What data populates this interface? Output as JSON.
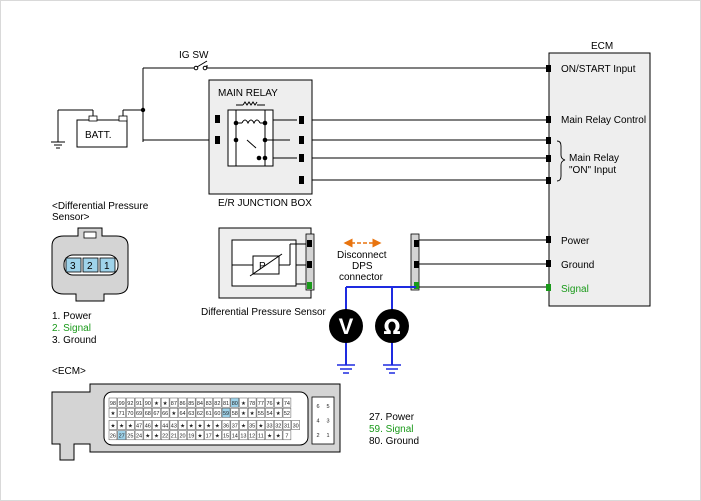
{
  "ecm": {
    "title": "ECM",
    "pins": {
      "on_start": "ON/START Input",
      "main_relay_control": "Main Relay Control",
      "main_relay_on_line1": "Main Relay",
      "main_relay_on_line2": "\"ON\" Input",
      "power": "Power",
      "ground": "Ground",
      "signal": "Signal"
    }
  },
  "ig_sw": "IG SW",
  "battery": "BATT.",
  "main_relay": "MAIN RELAY",
  "junction_box": "E/R JUNCTION BOX",
  "dps_connector_title_line1": "<Differential Pressure",
  "dps_connector_title_line2": "Sensor>",
  "dps_pins": [
    "3",
    "2",
    "1"
  ],
  "dps_legend": [
    "1. Power",
    "2. Signal",
    "3. Ground"
  ],
  "sensor_label": "Differential Pressure Sensor",
  "sensor_symbol": "P",
  "disconnect_note": [
    "Disconnect",
    "DPS",
    "connector"
  ],
  "meters": {
    "voltmeter": "V",
    "ohmmeter": "Ω"
  },
  "ecm_connector_title": "<ECM>",
  "ecm_legend": [
    "27. Power",
    "59. Signal",
    "80. Ground"
  ],
  "ecm_connector_pins": {
    "row1": [
      "98",
      "99",
      "92",
      "91",
      "90",
      "★",
      "★",
      "87",
      "86",
      "85",
      "84",
      "83",
      "82",
      "81",
      "80",
      "★",
      "78",
      "77",
      "76",
      "★",
      "74"
    ],
    "row2": [
      "★",
      "71",
      "70",
      "69",
      "68",
      "67",
      "66",
      "★",
      "64",
      "63",
      "62",
      "61",
      "60",
      "59",
      "58",
      "★",
      "★",
      "55",
      "54",
      "★",
      "52"
    ],
    "row3": [
      "★",
      "★",
      "★",
      "47",
      "46",
      "★",
      "44",
      "43",
      "★",
      "★",
      "★",
      "★",
      "★",
      "36",
      "37",
      "★",
      "35",
      "★",
      "33",
      "32",
      "31",
      "30"
    ],
    "row4": [
      "26",
      "27",
      "25",
      "24",
      "★",
      "★",
      "22",
      "21",
      "20",
      "19",
      "★",
      "17",
      "★",
      "15",
      "14",
      "13",
      "12",
      "11",
      "★",
      "★",
      "7"
    ],
    "side": [
      "6",
      "5",
      "4",
      "3",
      "2",
      "1"
    ],
    "highlighted": [
      "80",
      "59",
      "27"
    ]
  },
  "colors": {
    "wire": "#000000",
    "probe_wire": "#1e2be0",
    "signal_text": "#1a9a1a",
    "arrow": "#e8740f",
    "box_fill": "#eeeeee",
    "connector_fill": "#d4d4d4",
    "pin_highlight": "#9fd3ea"
  }
}
